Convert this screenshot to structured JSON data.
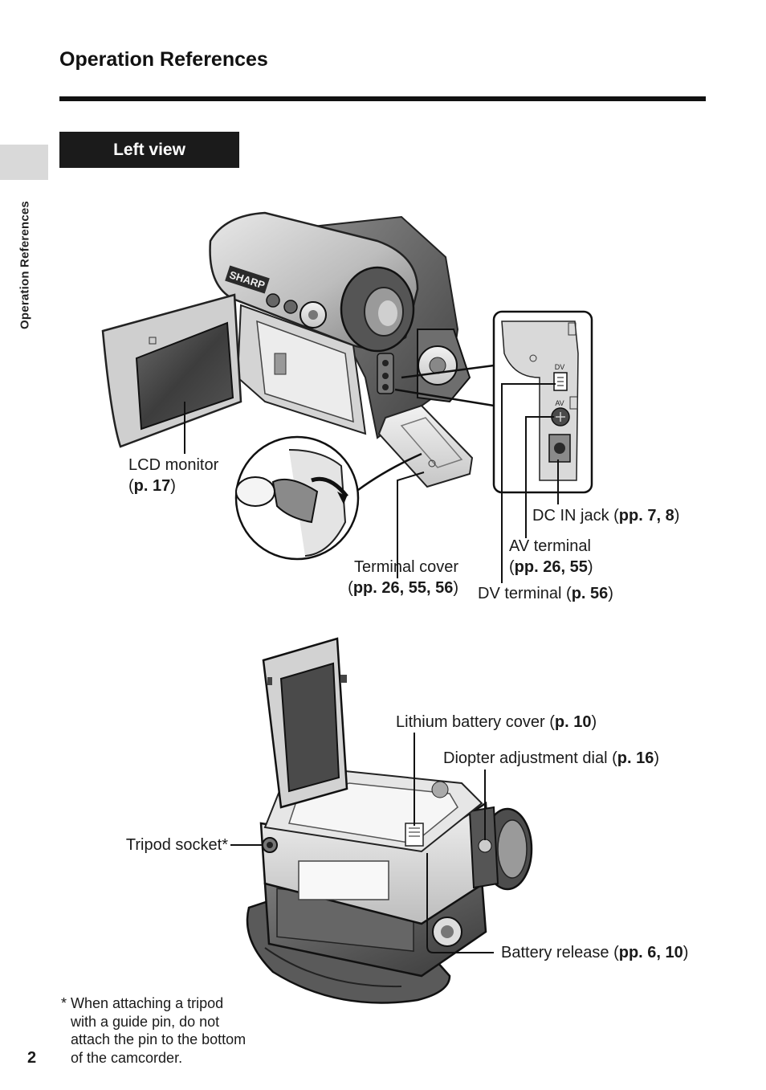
{
  "header": {
    "title": "Operation References"
  },
  "side_tab": {
    "label": "Operation References"
  },
  "section": {
    "label": "Left view"
  },
  "callouts": {
    "lcd_monitor": {
      "line1": "LCD monitor",
      "open": "(",
      "ref": "p. 17",
      "close": ")"
    },
    "terminal_cover": {
      "line1": "Terminal cover",
      "open": "(",
      "ref": "pp. 26, 55, 56",
      "close": ")"
    },
    "dc_in_jack": {
      "line1": "DC IN jack  (",
      "ref": "pp. 7, 8",
      "close": ")"
    },
    "av_terminal": {
      "line1": "AV terminal",
      "open": "(",
      "ref": "pp. 26, 55",
      "close": ")"
    },
    "dv_terminal": {
      "line1": "DV terminal (",
      "ref": "p. 56",
      "close": ")"
    },
    "lithium_battery_cover": {
      "line1": "Lithium battery cover (",
      "ref": "p. 10",
      "close": ")"
    },
    "diopter_dial": {
      "line1": "Diopter adjustment dial (",
      "ref": "p. 16",
      "close": ")"
    },
    "tripod_socket": {
      "line1": "Tripod socket*"
    },
    "battery_release": {
      "line1": "Battery release (",
      "ref": "pp. 6, 10",
      "close": ")"
    }
  },
  "illustration": {
    "brand_mark": "SHARP",
    "port_dv": "DV",
    "port_av": "AV"
  },
  "footnote": {
    "marker": "*",
    "text": "When attaching a tripod\nwith a guide pin, do not\nattach the pin to the bottom\nof the camcorder."
  },
  "page": {
    "number": "2"
  }
}
